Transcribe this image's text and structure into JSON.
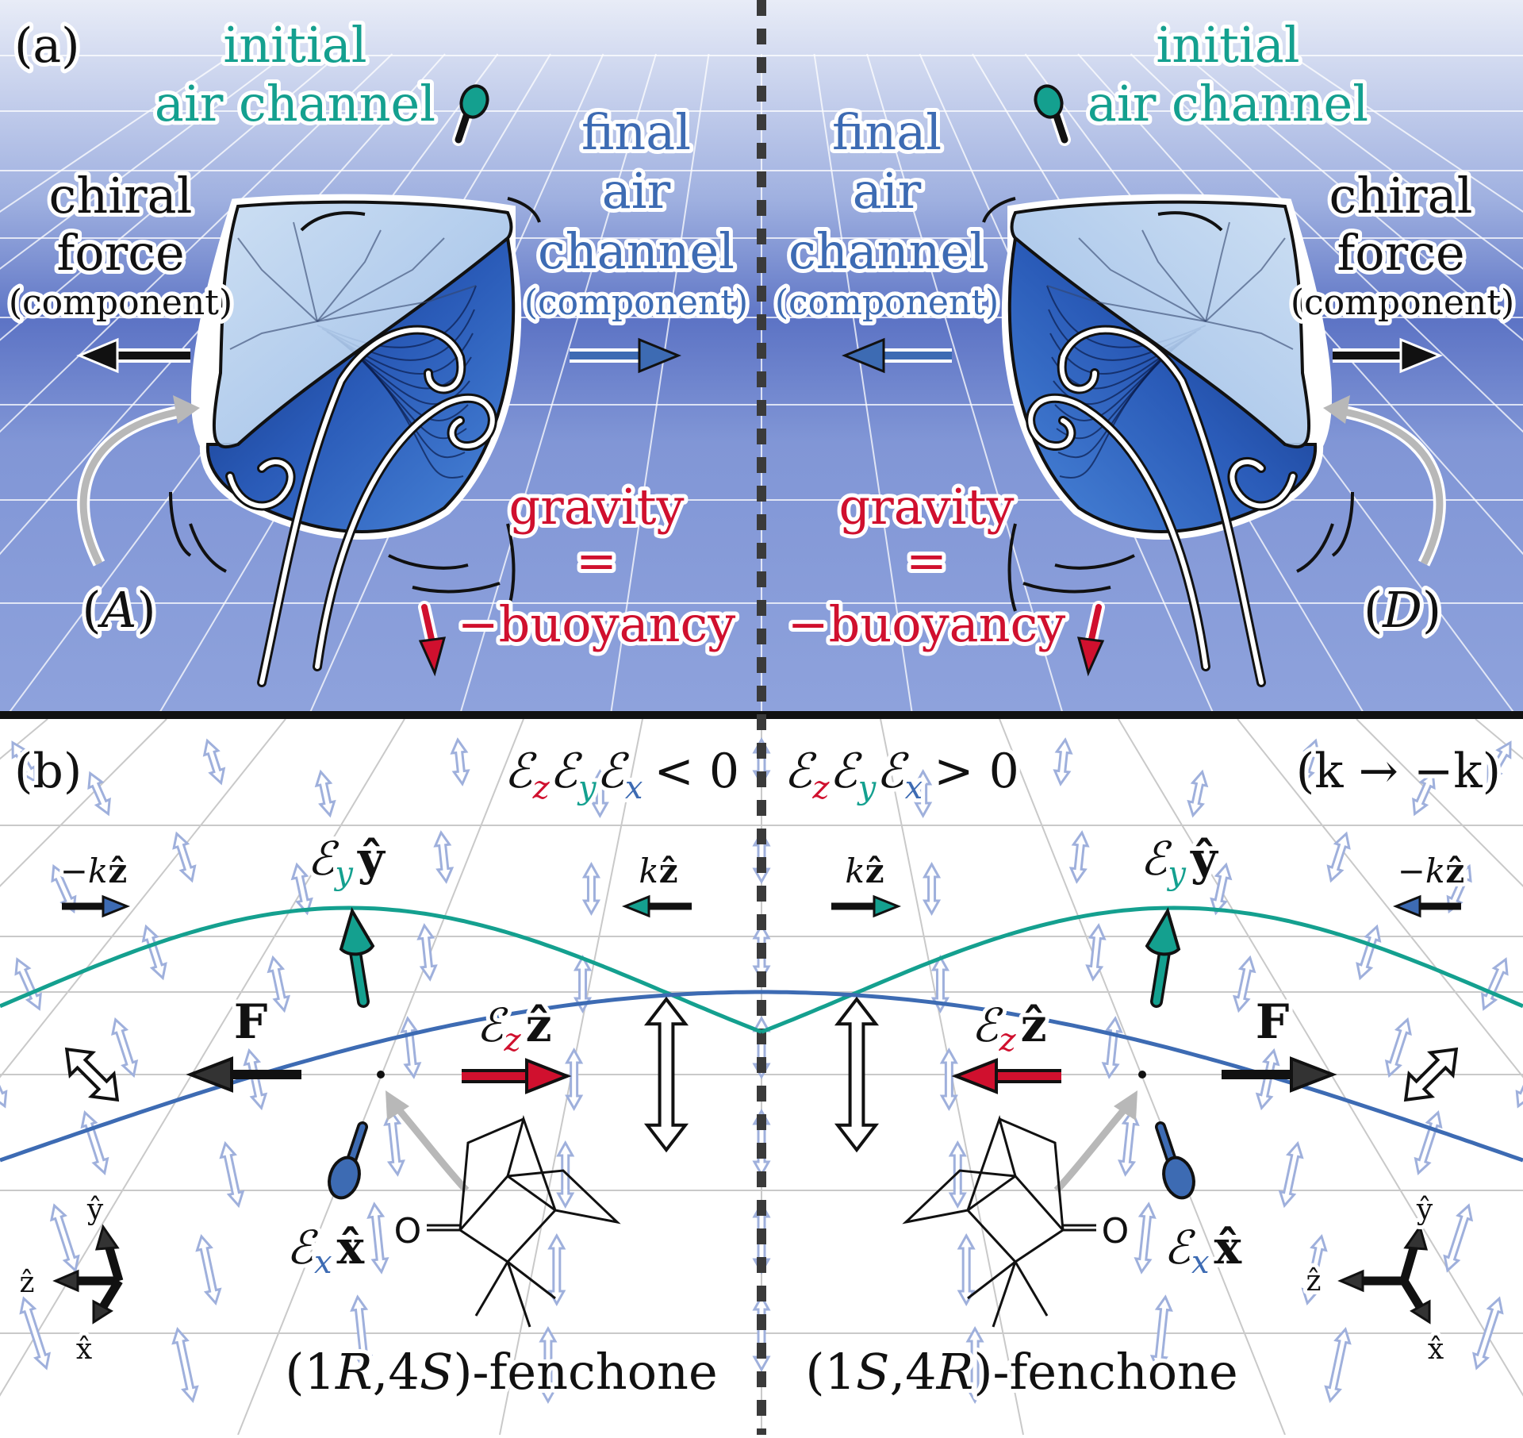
{
  "colors": {
    "teal": "#14a08f",
    "blue": "#3d6bb3",
    "red": "#d0102e",
    "black": "#111111",
    "gray_arrow": "#b8b8b8",
    "panel_top_light": "#e6ebf6",
    "panel_mid": "#5f78c7",
    "panel_bottom": "#8aa0db"
  },
  "panel_a": {
    "label": "(a)",
    "left": {
      "initial_line1": "initial",
      "initial_line2": "air channel",
      "chiral_line1": "chiral",
      "chiral_line2": "force",
      "chiral_line3": "(component)",
      "final_line1": "final",
      "final_line2": "air",
      "final_line3": "channel",
      "final_line4": "(component)",
      "gravity_line1": "gravity",
      "gravity_line2": "=",
      "gravity_line3": "−buoyancy",
      "marker": "A"
    },
    "right": {
      "initial_line1": "initial",
      "initial_line2": "air channel",
      "chiral_line1": "chiral",
      "chiral_line2": "force",
      "chiral_line3": "(component)",
      "final_line1": "final",
      "final_line2": "air",
      "final_line3": "channel",
      "final_line4": "(component)",
      "gravity_line1": "gravity",
      "gravity_line2": "=",
      "gravity_line3": "−buoyancy",
      "marker": "D"
    }
  },
  "panel_b": {
    "label": "(b)",
    "kflip": "(k → −k)",
    "left": {
      "triple_sign": "< 0",
      "k_left": "−k",
      "k_right": "k",
      "force": "F",
      "molecule": "-fenchone",
      "config_1": "(1",
      "config_R": "R",
      "config_mid": ",4",
      "config_S": "S",
      "config_end": ")"
    },
    "right": {
      "triple_sign": "> 0",
      "k_left": "k",
      "k_right": "−k",
      "force": "F",
      "molecule": "-fenchone",
      "config_1": "(1",
      "config_R": "S",
      "config_mid": ",4",
      "config_S": "R",
      "config_end": ")"
    },
    "script_E": "ℰ",
    "sub_z": "z",
    "sub_y": "y",
    "sub_x": "x",
    "unit_z": "ẑ",
    "unit_y": "ŷ",
    "unit_x": "x̂",
    "axis_y": "ŷ",
    "axis_z": "ẑ",
    "axis_x": "x̂",
    "oxygen": "O"
  }
}
